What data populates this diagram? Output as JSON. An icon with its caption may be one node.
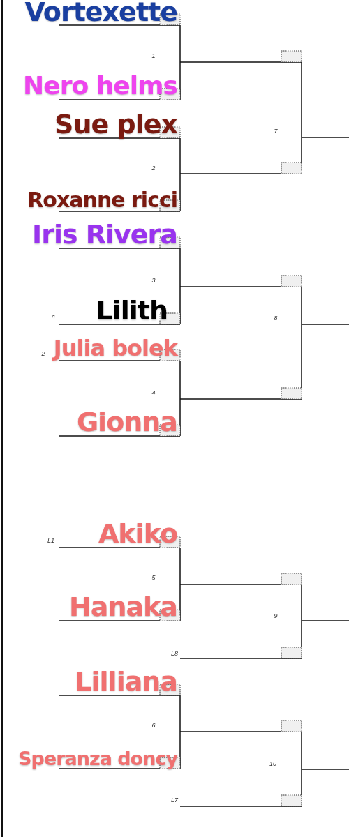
{
  "diagram": {
    "labels": [
      "Vortexette",
      "1",
      "Nero helms",
      "Sue plex",
      "7",
      "2",
      "Roxanne ricci",
      "Iris Rivera",
      "3",
      "6",
      "Lilith",
      "8",
      "2",
      "Julia bolek",
      "4",
      "Gionna",
      "L1",
      "Akiko",
      "5",
      "Hanaka",
      "9",
      "L8",
      "Lilliana",
      "6",
      "10",
      "Speranza doncy",
      "L7"
    ]
  }
}
